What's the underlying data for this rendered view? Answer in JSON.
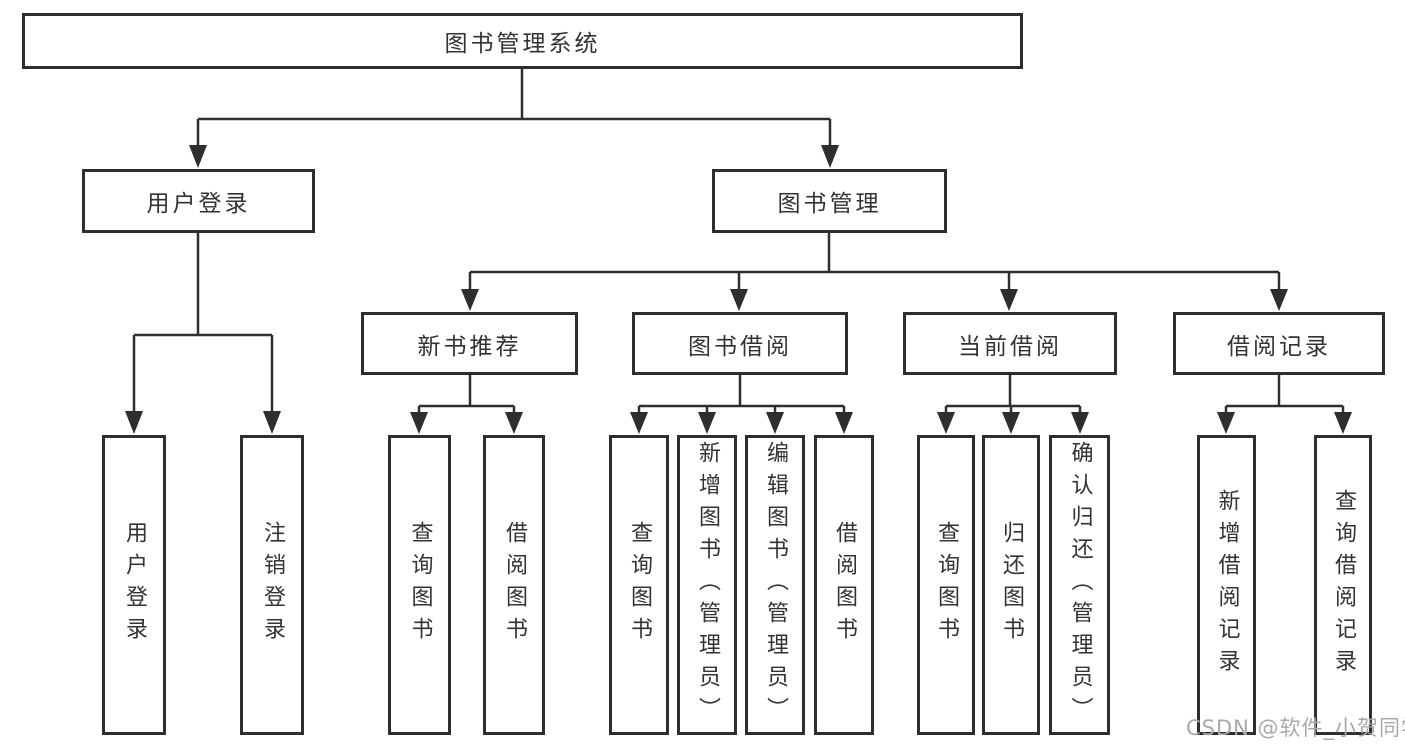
{
  "nodes": {
    "root": "图书管理系统",
    "user_login": "用户登录",
    "book_management": "图书管理",
    "new_book_recommend": "新书推荐",
    "book_borrowing": "图书借阅",
    "current_borrowing": "当前借阅",
    "borrowing_records": "借阅记录",
    "leaf_user_login": "用户登录",
    "leaf_logout": "注销登录",
    "leaf_nbr_query_books": "查询图书",
    "leaf_nbr_borrow_books": "借阅图书",
    "leaf_bb_query_books": "查询图书",
    "leaf_bb_add_books": "新增图书（管理员）",
    "leaf_bb_edit_books": "编辑图书（管理员）",
    "leaf_bb_borrow_books": "借阅图书",
    "leaf_cb_query_books": "查询图书",
    "leaf_cb_return_books": "归还图书",
    "leaf_cb_confirm_return": "确认归还（管理员）",
    "leaf_br_add_record": "新增借阅记录",
    "leaf_br_query_record": "查询借阅记录"
  },
  "watermark": "CSDN @软件_小贺同学",
  "colors": {
    "line": "#2e2e2e",
    "text": "#333333",
    "watermark": "#a9a9a9",
    "background": "#ffffff"
  }
}
